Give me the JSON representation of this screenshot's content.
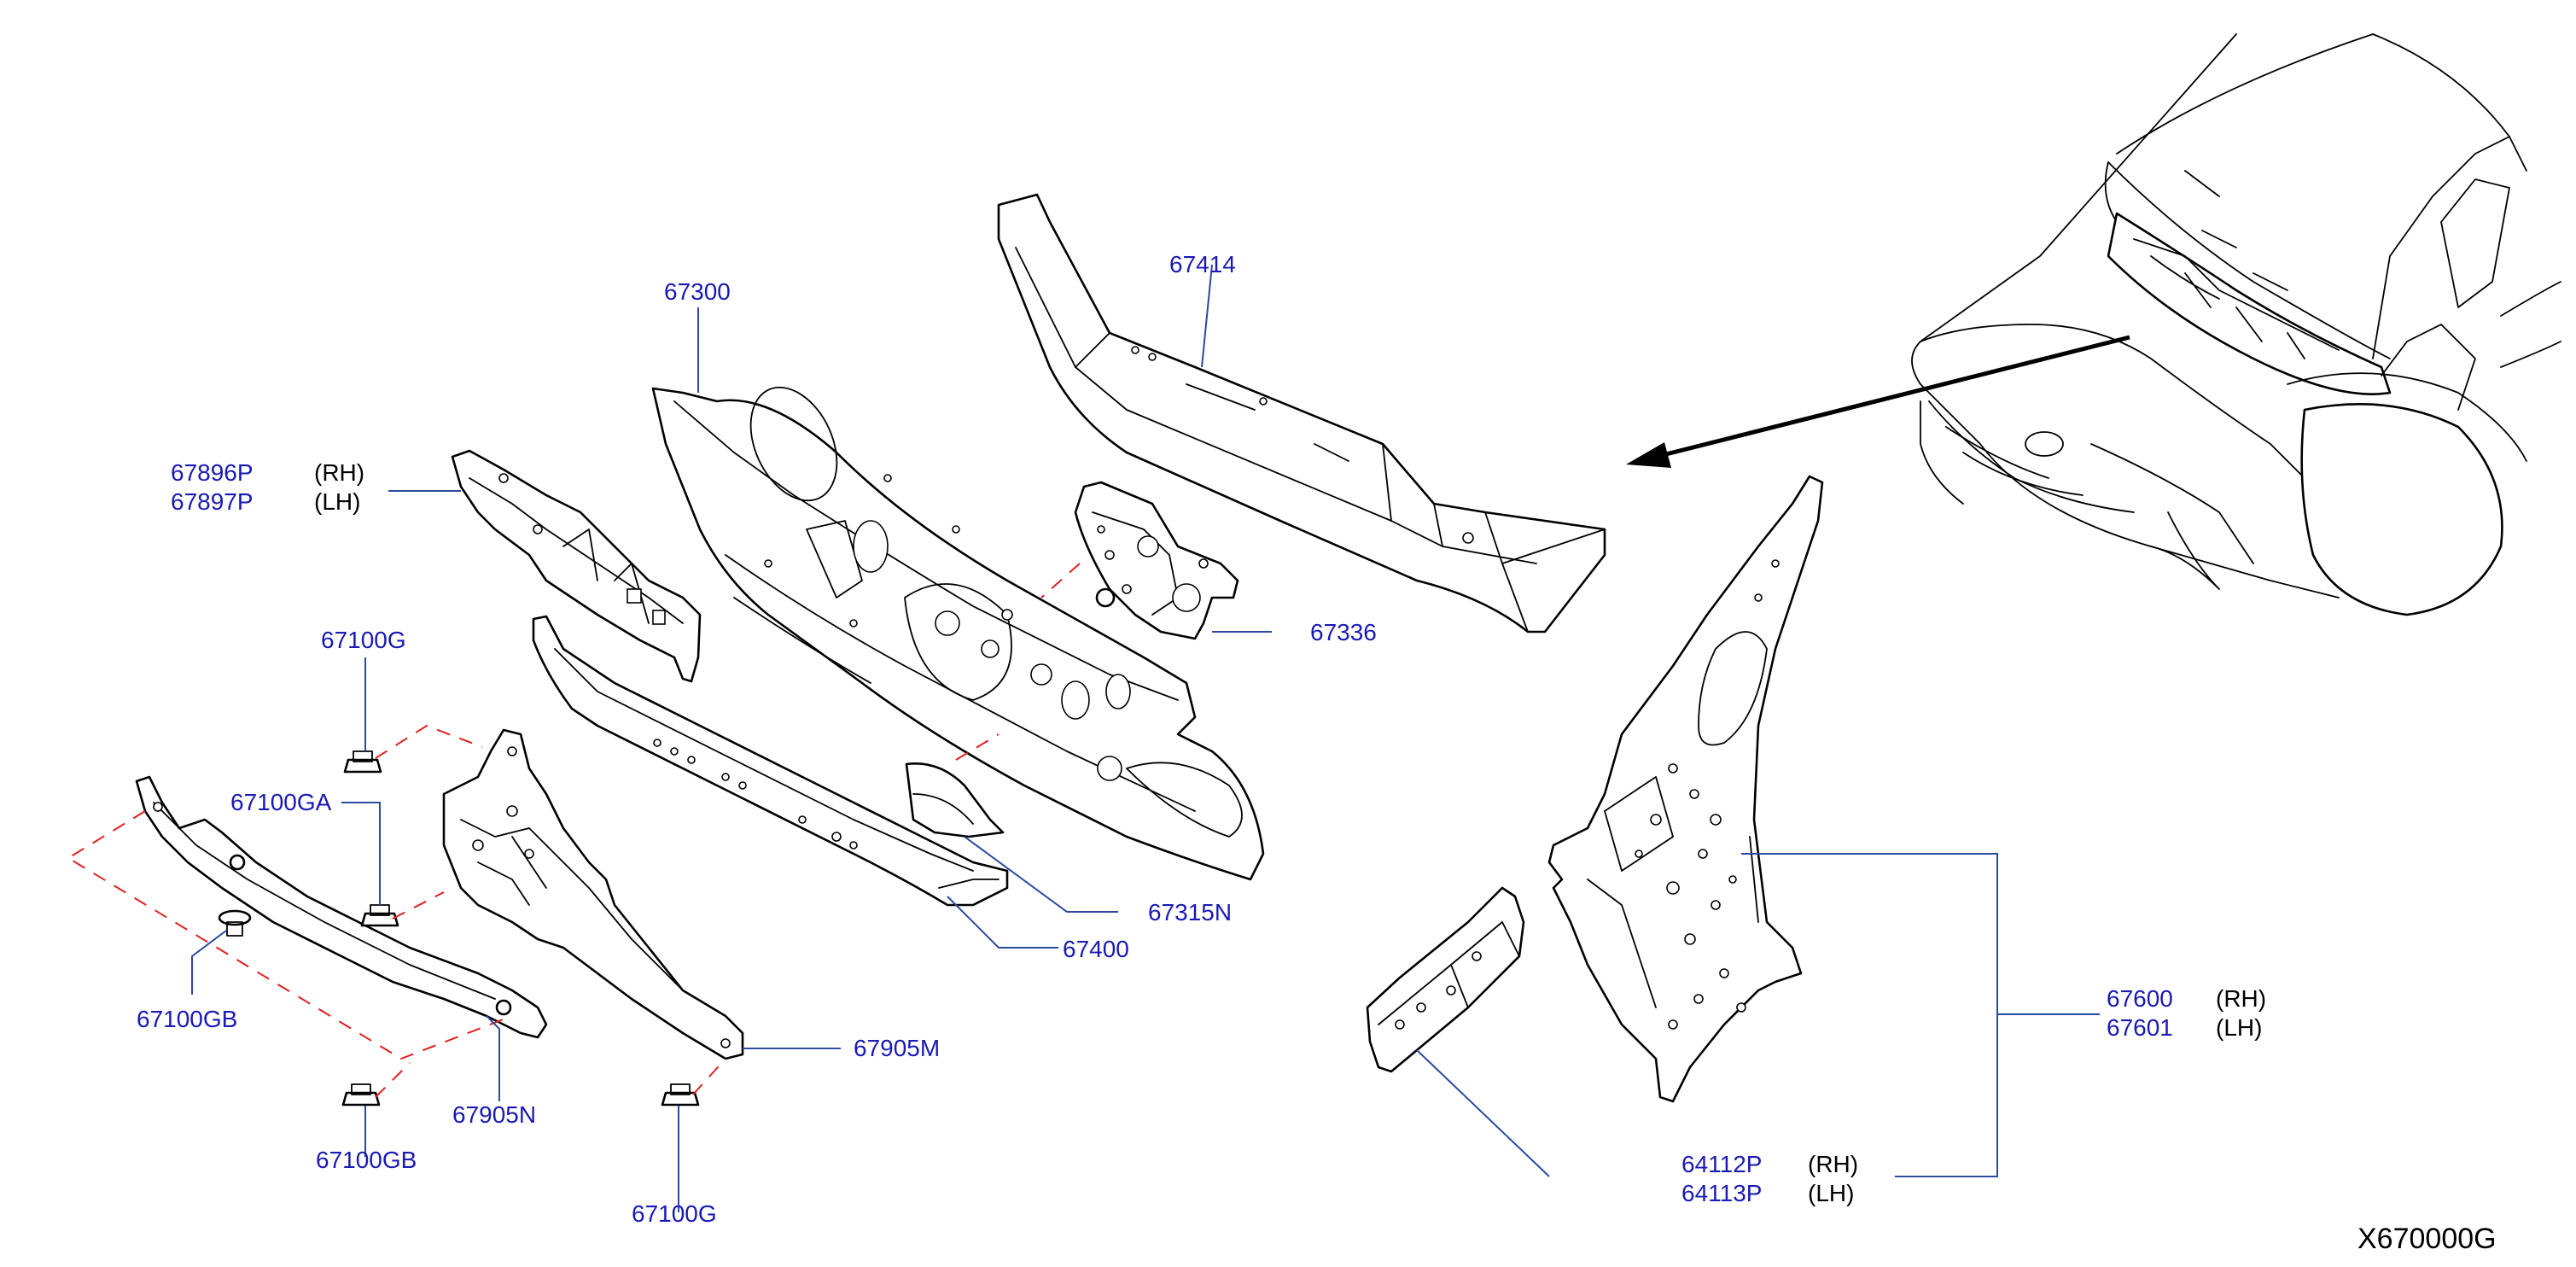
{
  "diagram_code": "X670000G",
  "sides": {
    "rh": "(RH)",
    "lh": "(LH)"
  },
  "parts": {
    "p67414": "67414",
    "p67300": "67300",
    "p67896P": "67896P",
    "p67897P": "67897P",
    "p67336": "67336",
    "p67100G_top": "67100G",
    "p67100GA": "67100GA",
    "p67100GB_left": "67100GB",
    "p67315N": "67315N",
    "p67400": "67400",
    "p67905M": "67905M",
    "p67905N": "67905N",
    "p67100GB_bottom": "67100GB",
    "p67100G_bottom": "67100G",
    "p67600": "67600",
    "p67601": "67601",
    "p64112P": "64112P",
    "p64113P": "64113P"
  },
  "colors": {
    "label": "#1a1ab5",
    "leader": "#2b4aa0",
    "dashed_guide": "#e02020",
    "line": "#000000"
  }
}
